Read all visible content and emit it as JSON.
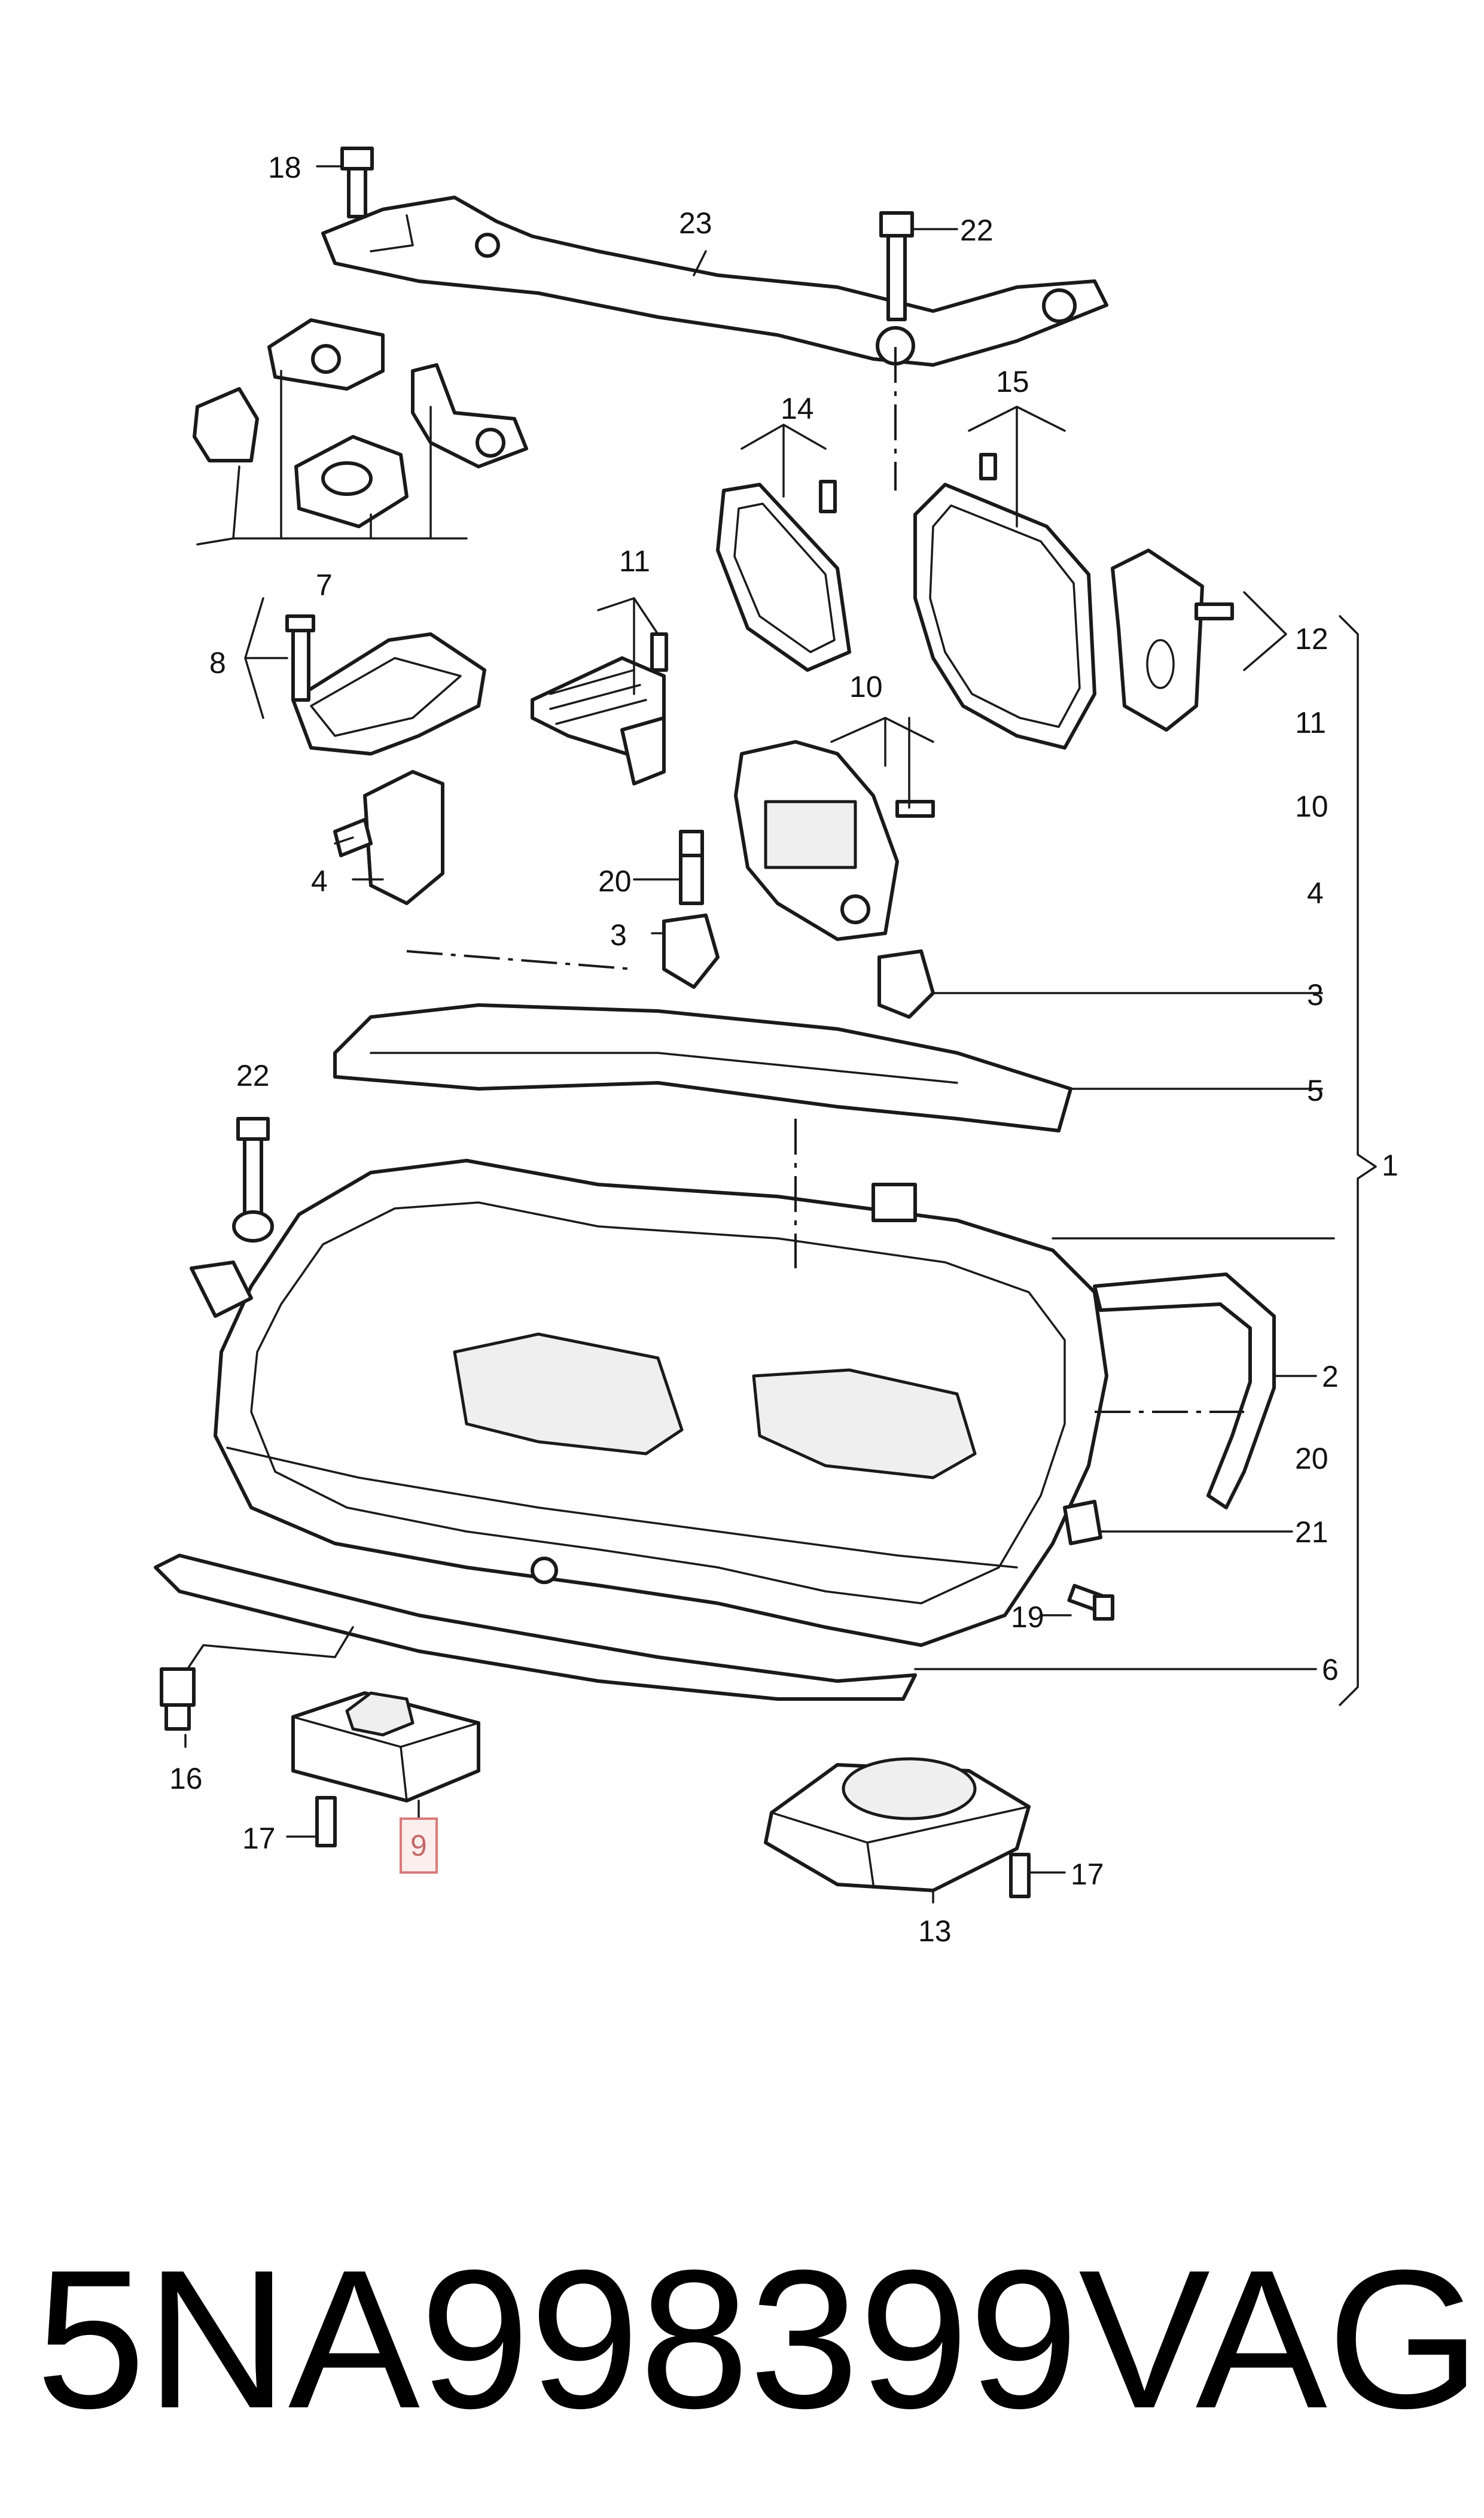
{
  "diagram": {
    "labels": {
      "l1": "1",
      "l2": "2",
      "l3a": "3",
      "l3b": "3",
      "l4a": "4",
      "l4b": "4",
      "l5": "5",
      "l6": "6",
      "l7": "7",
      "l8": "8",
      "l9": "9",
      "l10a": "10",
      "l10b": "10",
      "l11a": "11",
      "l11b": "11",
      "l12": "12",
      "l13": "13",
      "l14": "14",
      "l15": "15",
      "l16": "16",
      "l17a": "17",
      "l17b": "17",
      "l18": "18",
      "l19": "19",
      "l20a": "20",
      "l20b": "20",
      "l21": "21",
      "l22a": "22",
      "l22b": "22",
      "l23": "23"
    },
    "highlighted_label": "9",
    "highlight_color": "#d97a7a"
  },
  "caption": {
    "part_number": "5NA998399",
    "brand": "VAG"
  }
}
